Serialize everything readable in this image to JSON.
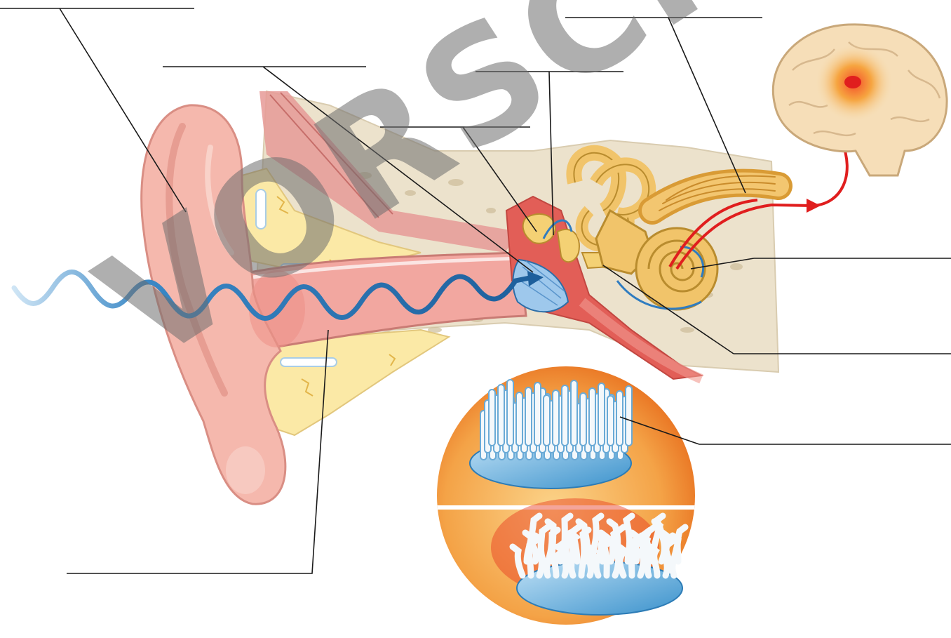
{
  "figure": {
    "title": "",
    "watermark": "VORSCHAU",
    "labels": [
      {
        "id": "outer-ear",
        "text": ""
      },
      {
        "id": "eardrum",
        "text": ""
      },
      {
        "id": "ossicles",
        "text": ""
      },
      {
        "id": "middle-ear",
        "text": ""
      },
      {
        "id": "auditory-nerve",
        "text": ""
      },
      {
        "id": "cochlea",
        "text": ""
      },
      {
        "id": "oval-window",
        "text": ""
      },
      {
        "id": "hair-cells",
        "text": ""
      },
      {
        "id": "ear-canal",
        "text": ""
      }
    ]
  },
  "colors": {
    "skin": "#f4b8ae",
    "bone": "#e9dfca",
    "cartilage": "#fbe9a8",
    "canal": "#f1a39c",
    "sound_wave": "#1f6fb0",
    "nerve_signal": "#e01e1e",
    "inner_ear": "#f1c46a",
    "lens_orange": "#f29a3c",
    "cilia": "#8fc6ea"
  }
}
